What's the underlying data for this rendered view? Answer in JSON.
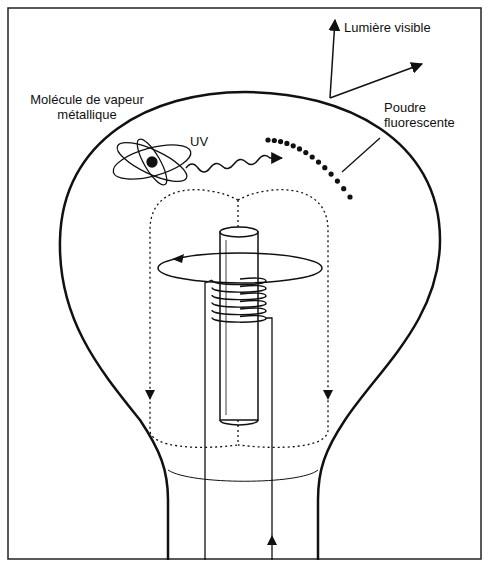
{
  "diagram": {
    "labels": [
      "Molécule de vapeur métallique",
      "UV",
      "Lumière visible",
      "Poudre fluorescente"
    ]
  }
}
